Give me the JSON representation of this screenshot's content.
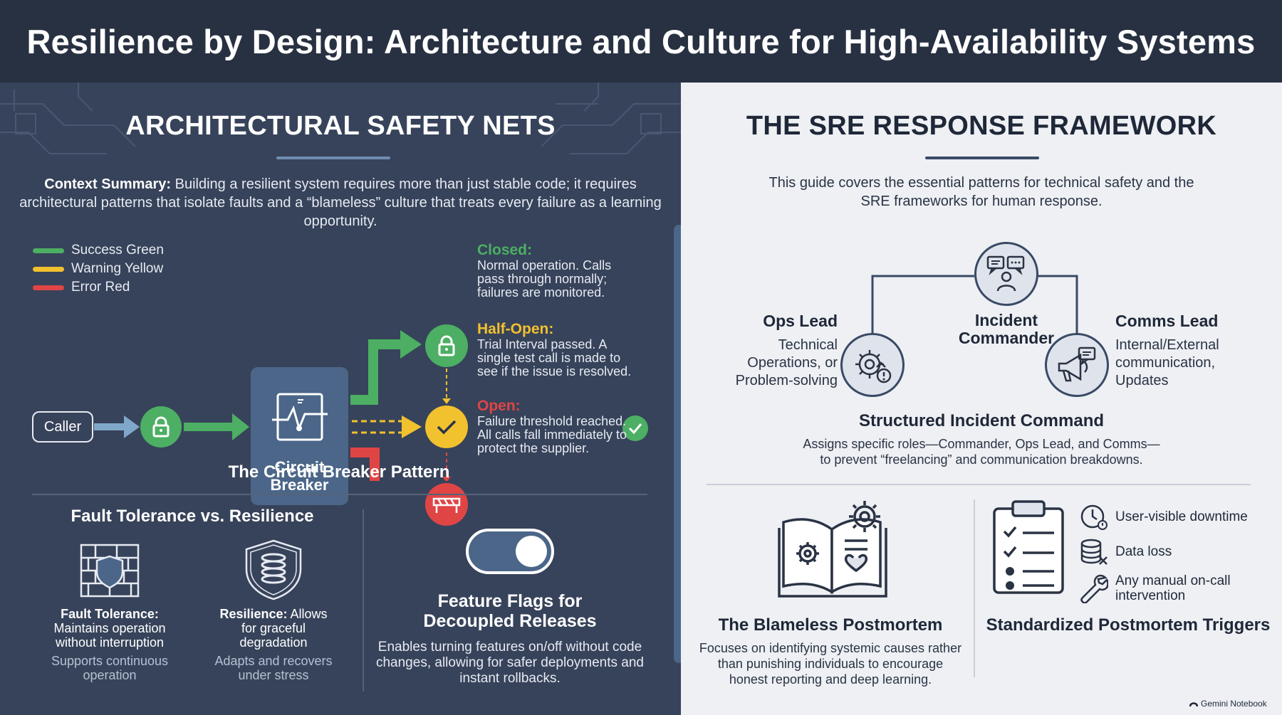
{
  "header": {
    "title": "Resilience by Design: Architecture and Culture for High-Availability Systems"
  },
  "left": {
    "title": "ARCHITECTURAL SAFETY NETS",
    "context_label": "Context Summary:",
    "context_text": " Building a resilient system requires more than just stable code; it requires architectural patterns that isolate faults and a “blameless” culture that treats every failure as a learning opportunity.",
    "legend": [
      {
        "label": "Success Green",
        "color": "#4caf63"
      },
      {
        "label": "Warning Yellow",
        "color": "#f2c12e"
      },
      {
        "label": "Error Red",
        "color": "#e04545"
      }
    ],
    "caller_label": "Caller",
    "breaker_label_1": "Circuit",
    "breaker_label_2": "Breaker",
    "states": {
      "closed": {
        "title": "Closed:",
        "desc_1": "Normal operation. Calls",
        "desc_2": "pass through normally;",
        "desc_3": "failures are monitored."
      },
      "half_open": {
        "title": "Half-Open:",
        "desc_1": "Trial Interval passed. A",
        "desc_2": "single test call is made to",
        "desc_3": "see if the issue is resolved."
      },
      "open": {
        "title": "Open:",
        "desc_1": "Failure threshold reached.",
        "desc_2": "All calls fall immediately to",
        "desc_3": "protect the supplier."
      }
    },
    "pattern_caption": "The Circuit Breaker Pattern",
    "ft_heading": "Fault Tolerance vs. Resilience",
    "fault_tolerance": {
      "label": "Fault Tolerance:",
      "desc_1": "Maintains operation",
      "desc_2": "without interruption",
      "sub_1": "Supports continuous",
      "sub_2": "operation"
    },
    "resilience": {
      "label": "Resilience:",
      "desc_a": " Allows",
      "desc_2": "for graceful",
      "desc_3": "degradation",
      "sub_1": "Adapts and recovers",
      "sub_2": "under stress"
    },
    "feature_flags": {
      "title_1": "Feature Flags for",
      "title_2": "Decoupled Releases",
      "desc_1": "Enables turning features on/off without code",
      "desc_2": "changes, allowing for safer deployments and",
      "desc_3": "instant rollbacks."
    },
    "colors": {
      "green": "#4caf63",
      "yellow": "#f2c12e",
      "red": "#e04545",
      "blue": "#7fa7c9"
    }
  },
  "right": {
    "title": "THE SRE RESPONSE FRAMEWORK",
    "intro_1": "This guide covers the essential patterns for technical safety and the",
    "intro_2": "SRE frameworks for human response.",
    "incident_commander_1": "Incident",
    "incident_commander_2": "Commander",
    "ops_lead": {
      "title": "Ops Lead",
      "desc_1": "Technical",
      "desc_2": "Operations, or",
      "desc_3": "Problem-solving"
    },
    "comms_lead": {
      "title": "Comms Lead",
      "desc_1": "Internal/External",
      "desc_2": "communication,",
      "desc_3": "Updates"
    },
    "structured": {
      "title": "Structured Incident Command",
      "desc_1": "Assigns specific roles—Commander, Ops Lead, and Comms—",
      "desc_2": "to prevent “freelancing” and communication breakdowns."
    },
    "postmortem": {
      "title": "The Blameless Postmortem",
      "desc_1": "Focuses on identifying systemic causes rather",
      "desc_2": "than punishing individuals to encourage",
      "desc_3": "honest reporting and deep learning."
    },
    "triggers": {
      "title": "Standardized Postmortem Triggers",
      "item_1": "User-visible downtime",
      "item_2": "Data loss",
      "item_3a": "Any manual on-call",
      "item_3b": "intervention"
    },
    "credit": "Gemini Notebook"
  }
}
